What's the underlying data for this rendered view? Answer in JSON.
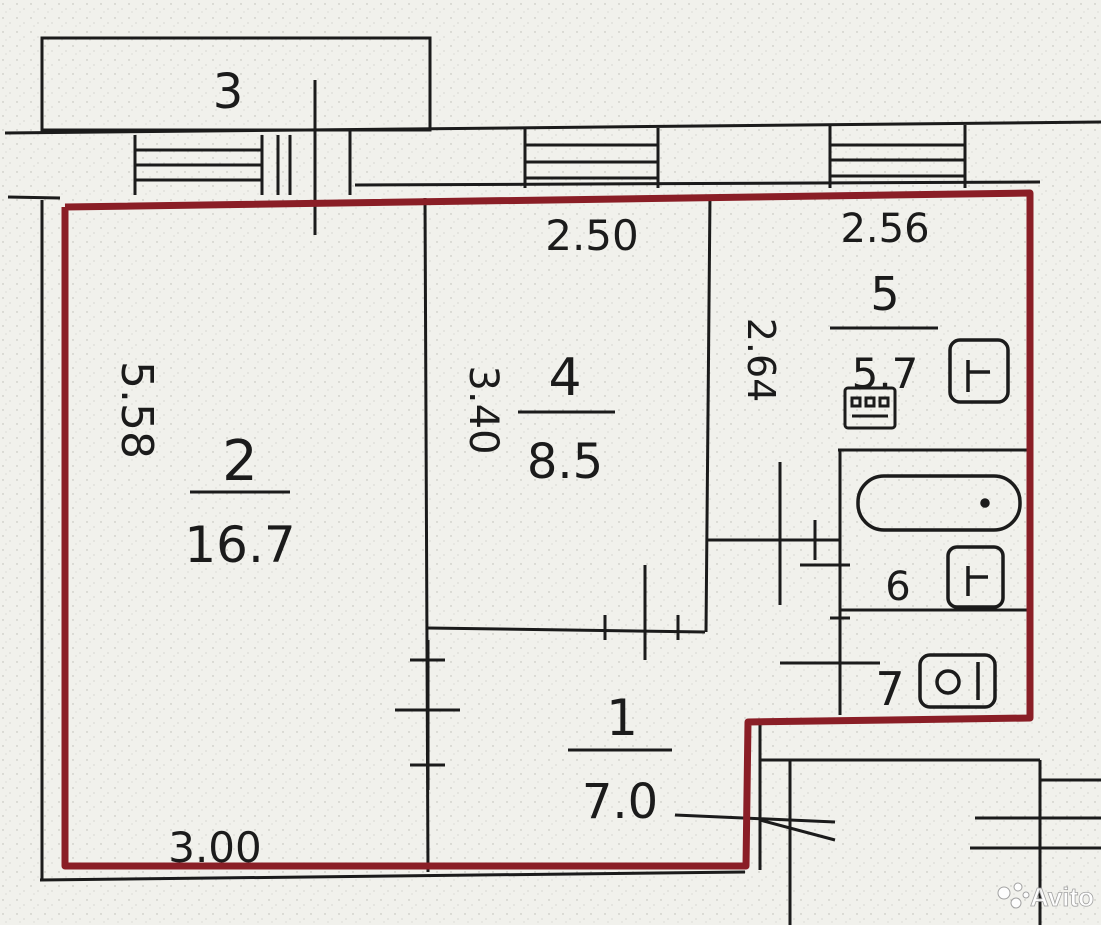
{
  "rooms": [
    {
      "id": "1",
      "number": "1",
      "area": "7.0"
    },
    {
      "id": "2",
      "number": "2",
      "area": "16.7"
    },
    {
      "id": "3",
      "number": "3"
    },
    {
      "id": "4",
      "number": "4",
      "area": "8.5"
    },
    {
      "id": "5",
      "number": "5",
      "area": "5.7"
    },
    {
      "id": "6",
      "number": "6"
    },
    {
      "id": "7",
      "number": "7"
    }
  ],
  "dimensions": {
    "room2_height": "5.58",
    "room2_width": "3.00",
    "room4_width": "2.50",
    "room4_height": "3.40",
    "room5_width": "2.56",
    "room5_height": "2.64"
  },
  "watermark": "Avito",
  "colors": {
    "outline": "#8a1e26",
    "ink": "#1b1b1b",
    "paper": "#f1f1ec"
  }
}
